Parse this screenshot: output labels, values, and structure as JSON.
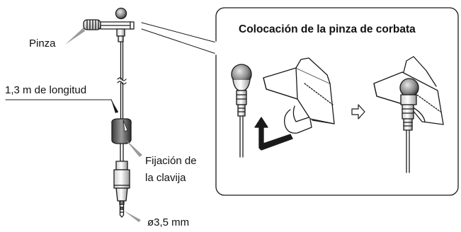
{
  "panel": {
    "title": "Colocación de la pinza de corbata"
  },
  "labels": {
    "clip": "Pinza",
    "cable_length": "1,3 m de longitud",
    "plug_fix_line1": "Fijación de",
    "plug_fix_line2": "la clavija",
    "plug_size": "ø3,5 mm"
  },
  "icons": {
    "arrow": "right-arrow-outline",
    "motion": "l-shaped-arrow"
  }
}
